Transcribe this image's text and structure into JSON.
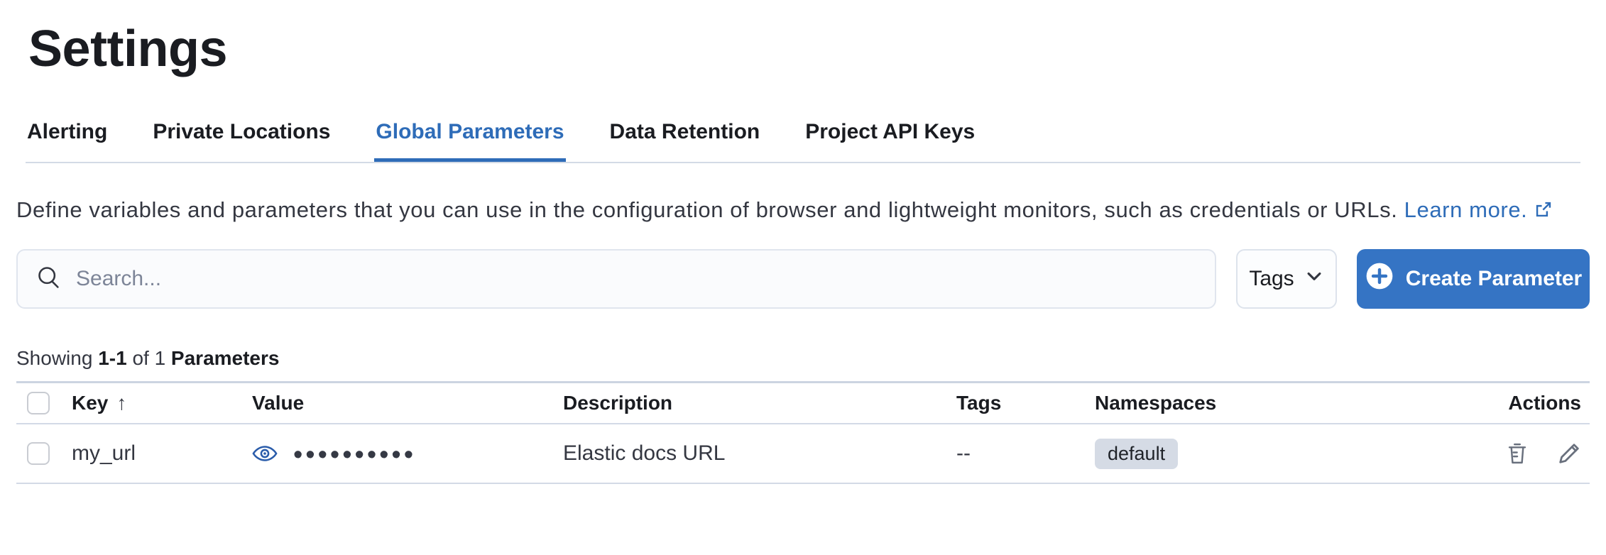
{
  "page": {
    "title": "Settings"
  },
  "tabs": [
    {
      "label": "Alerting",
      "active": false
    },
    {
      "label": "Private Locations",
      "active": false
    },
    {
      "label": "Global Parameters",
      "active": true
    },
    {
      "label": "Data Retention",
      "active": false
    },
    {
      "label": "Project API Keys",
      "active": false
    }
  ],
  "description": {
    "text": "Define variables and parameters that you can use in the configuration of browser and lightweight monitors, such as credentials or URLs.",
    "link_label": "Learn more."
  },
  "toolbar": {
    "search_placeholder": "Search...",
    "search_value": "",
    "tags_filter_label": "Tags",
    "create_button_label": "Create Parameter"
  },
  "summary": {
    "showing": "Showing",
    "range": "1-1",
    "of": "of 1",
    "unit": "Parameters"
  },
  "table": {
    "columns": [
      "Key",
      "Value",
      "Description",
      "Tags",
      "Namespaces",
      "Actions"
    ],
    "sort": {
      "column": "Key",
      "direction": "ascending",
      "glyph": "↑"
    },
    "rows": [
      {
        "key": "my_url",
        "value_masked": "••••••••••",
        "description": "Elastic docs URL",
        "tags": "--",
        "namespace": "default"
      }
    ]
  },
  "icons": {
    "search": "magnifier",
    "tags_chevron": "chevron-down",
    "create_plus": "plus-in-circle-filled",
    "external_link": "external-link",
    "value_reveal": "eye",
    "sort": "arrow-up",
    "delete": "trash",
    "edit": "pencil"
  },
  "colors": {
    "primary_button": "#3574c4",
    "link_and_active_tab": "#2e6cb8",
    "heading_text": "#1a1c21",
    "body_text": "#343741",
    "border": "#d3dae6",
    "badge_background": "#d5dbe5",
    "action_icon": "#69707d"
  }
}
